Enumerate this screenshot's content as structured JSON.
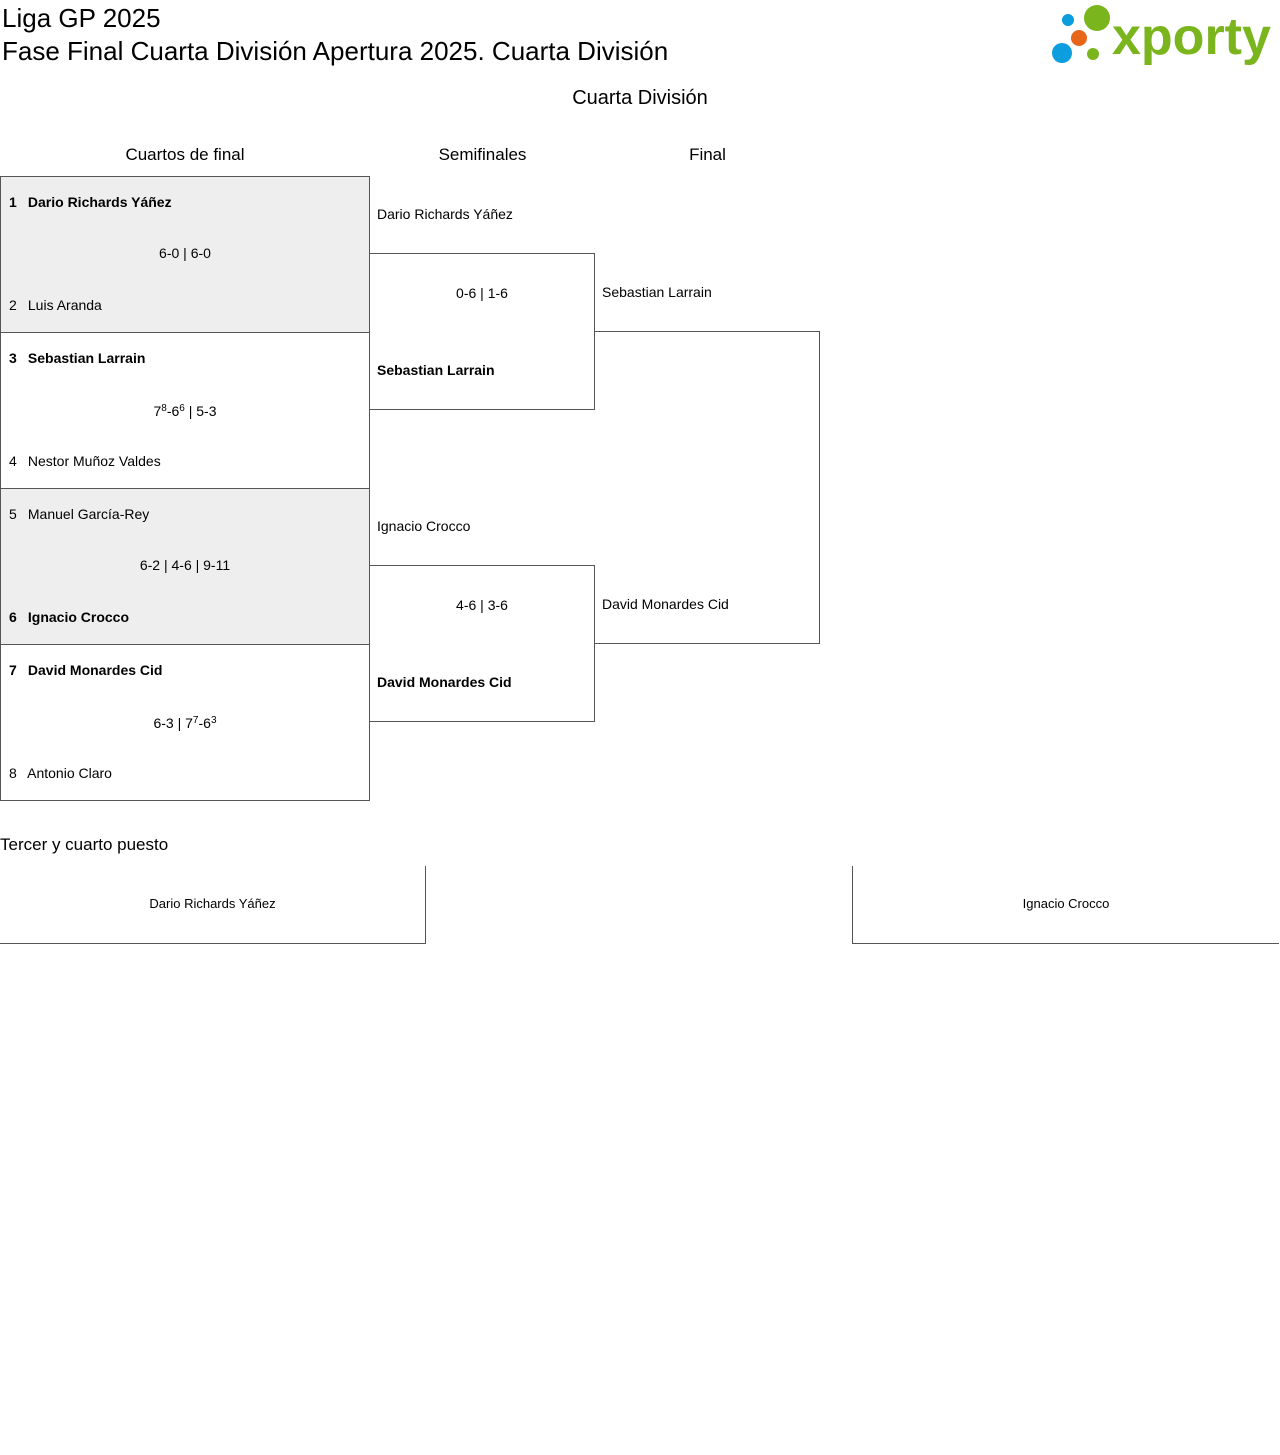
{
  "header": {
    "title": "Liga GP 2025",
    "subtitle": "Fase Final Cuarta División Apertura 2025. Cuarta División",
    "logo_text": "xporty"
  },
  "division": "Cuarta División",
  "rounds": {
    "quarterfinals": "Cuartos de final",
    "semifinals": "Semifinales",
    "final": "Final"
  },
  "quarterfinals": [
    {
      "top": {
        "seed": "1",
        "name": "Dario Richards Yáñez"
      },
      "score": "6-0 | 6-0",
      "bottom": {
        "seed": "2",
        "name": "Luis Aranda"
      }
    },
    {
      "top": {
        "seed": "3",
        "name": "Sebastian Larrain"
      },
      "score_parts": {
        "a": "7",
        "a_sup": "8",
        "b": "-6",
        "b_sup": "6",
        "rest": " | 5-3"
      },
      "bottom": {
        "seed": "4",
        "name": "Nestor Muñoz Valdes"
      }
    },
    {
      "top": {
        "seed": "5",
        "name": "Manuel García-Rey"
      },
      "score": "6-2 | 4-6 | 9-11",
      "bottom": {
        "seed": "6",
        "name": "Ignacio Crocco"
      }
    },
    {
      "top": {
        "seed": "7",
        "name": "David Monardes Cid"
      },
      "score_parts": {
        "a": "6-3 | 7",
        "a_sup": "7",
        "b": "-6",
        "b_sup": "3"
      },
      "bottom": {
        "seed": "8",
        "name": "Antonio Claro"
      }
    }
  ],
  "semifinals": [
    {
      "top": "Dario Richards Yáñez",
      "score": "0-6 | 1-6",
      "bottom": "Sebastian Larrain"
    },
    {
      "top": "Ignacio Crocco",
      "score": "4-6 | 3-6",
      "bottom": "David Monardes Cid"
    }
  ],
  "final": {
    "top": "Sebastian Larrain",
    "bottom": "David Monardes Cid"
  },
  "third_place": {
    "title": "Tercer y cuarto puesto",
    "left": "Dario Richards Yáñez",
    "right": "Ignacio Crocco"
  },
  "colors": {
    "logo_green": "#7ab51d",
    "logo_blue": "#0c9ddf",
    "logo_orange": "#e8661a",
    "shaded_row": "#eeeeee"
  }
}
